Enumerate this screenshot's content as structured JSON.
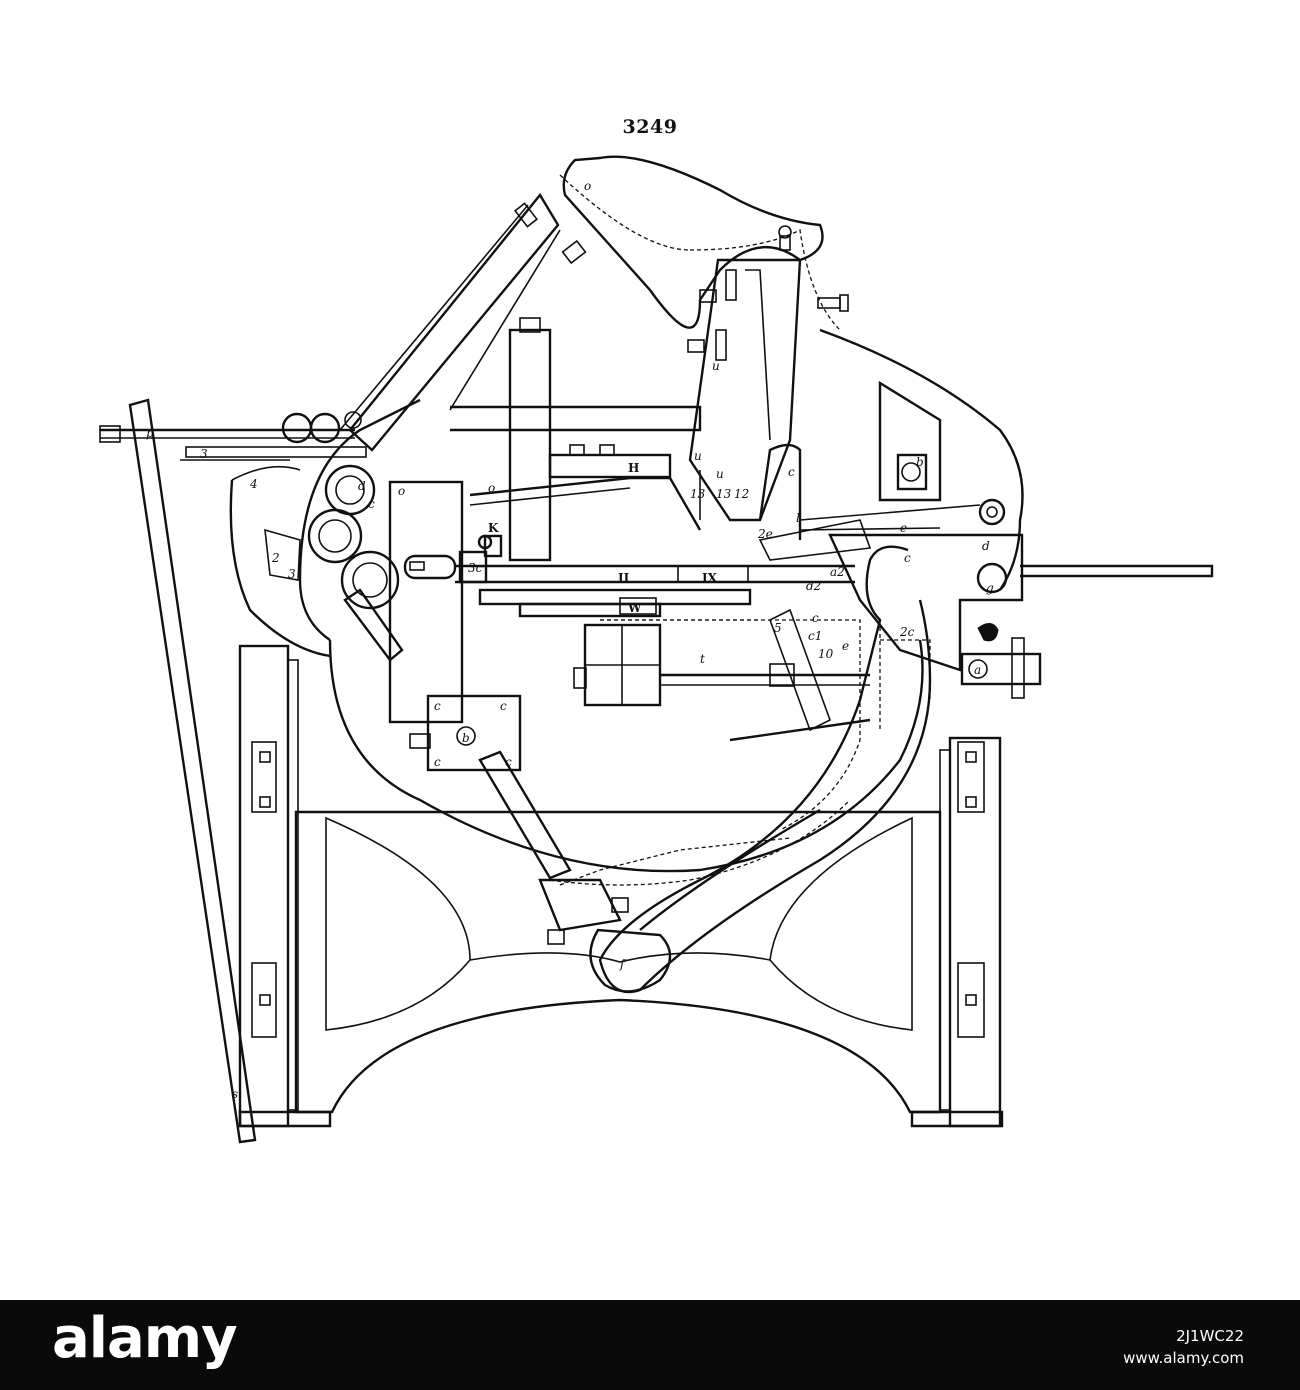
{
  "figure": {
    "number": "3249",
    "labels": {
      "p": "p",
      "s": "s",
      "n3": "3",
      "n4": "4",
      "n2": "2",
      "n3b": "3",
      "o_top": "o",
      "o_left": "o",
      "o_mid": "o",
      "d_left": "d",
      "c_left": "c",
      "c_b1": "c",
      "c_b2": "c",
      "c_b3": "c",
      "c_b4": "c",
      "b_bottom": "b",
      "K": "K",
      "c3": "3c",
      "H": "H",
      "II": "II",
      "IX": "IX",
      "W": "W",
      "t": "t",
      "f": "f",
      "u1": "u",
      "u2": "u",
      "n13a": "13",
      "n13b": "13",
      "n12": "12",
      "u3": "u",
      "c_right": "c",
      "b_right": "b",
      "l": "l",
      "e": "e",
      "n2e": "2e",
      "d2": "d2",
      "d_right": "d",
      "g": "g",
      "c_arm": "c",
      "a2": "a2",
      "c_low1": "c",
      "c_low2": "c1",
      "n2c": "2c",
      "n10": "10",
      "e_right": "e",
      "a_right": "a",
      "n5": "5"
    }
  },
  "watermark": {
    "brand": "alamy",
    "image_id": "2J1WC22",
    "site": "www.alamy.com"
  }
}
